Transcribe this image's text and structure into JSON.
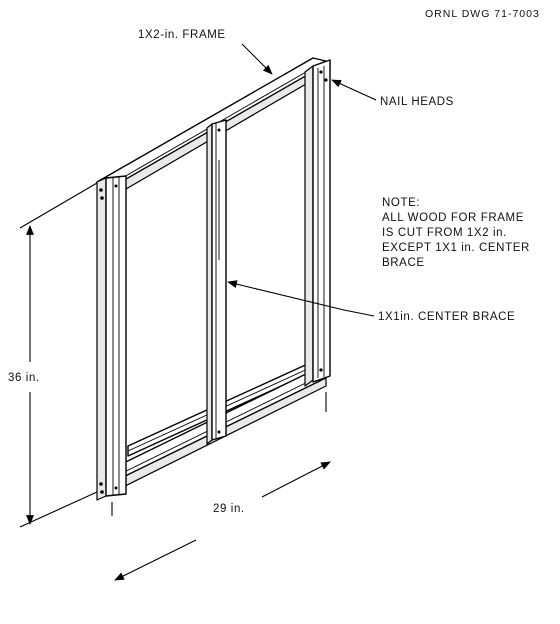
{
  "drawing_number": "ORNL DWG 71-7003",
  "labels": {
    "frame": "1X2-in. FRAME",
    "nail_heads": "NAIL HEADS",
    "note_lines": [
      "NOTE:",
      "ALL WOOD FOR FRAME",
      "IS CUT FROM 1X2 in.",
      "EXCEPT 1X1 in. CENTER",
      "BRACE"
    ],
    "center_brace": "1X1in. CENTER BRACE",
    "height_dim": "36 in.",
    "width_dim": "29 in."
  }
}
